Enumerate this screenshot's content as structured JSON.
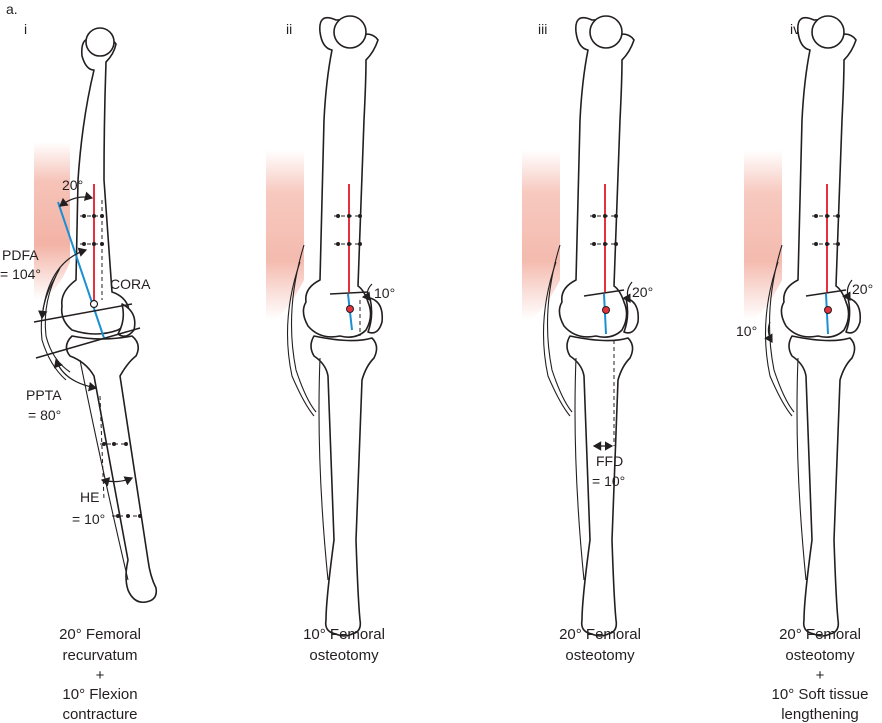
{
  "figure_label": "a.",
  "panels": [
    {
      "numeral": "i",
      "labels": {
        "angle_20": "20°",
        "pdfa_1": "PDFA",
        "pdfa_2": "= 104°",
        "cora": "CORA",
        "ppta_1": "PPTA",
        "ppta_2": "= 80°",
        "he_1": "HE",
        "he_2": "= 10°"
      },
      "caption": [
        "20°  Femoral",
        "recurvatum",
        "+",
        "10° Flexion",
        "contracture"
      ]
    },
    {
      "numeral": "ii",
      "labels": {
        "angle": "10°"
      },
      "caption": [
        "10° Femoral",
        "osteotomy"
      ]
    },
    {
      "numeral": "iii",
      "labels": {
        "angle": "20°",
        "ffd_1": "FFD",
        "ffd_2": "= 10°"
      },
      "caption": [
        "20° Femoral",
        "osteotomy"
      ]
    },
    {
      "numeral": "iv",
      "labels": {
        "angle": "20°",
        "soft": "10°"
      },
      "caption": [
        "20° Femoral",
        "osteotomy",
        "+",
        "10° Soft tissue",
        "lengthening"
      ]
    }
  ],
  "colors": {
    "femur_axis": "#e5303e",
    "tibia_axis": "#1c8fd2",
    "muscle_shade": "#f3b3a6"
  }
}
